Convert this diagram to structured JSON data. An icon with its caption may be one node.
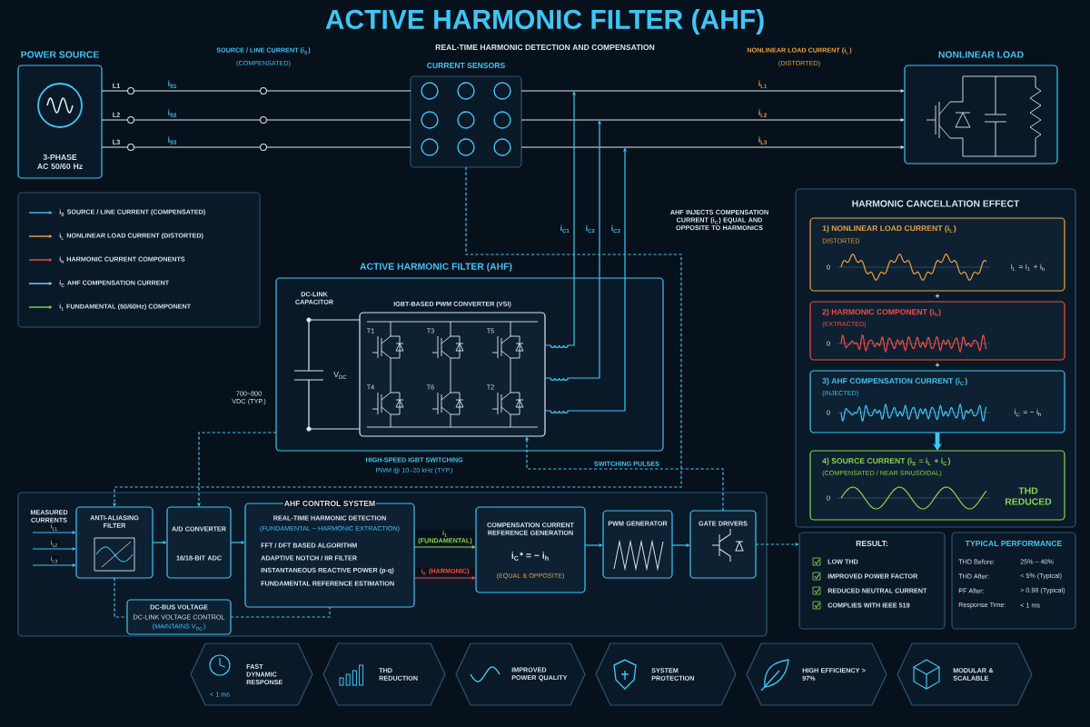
{
  "diagram": {
    "title": "ACTIVE HARMONIC FILTER (AHF)",
    "nodes": [
      {
        "text": [
          "POWER SOURCE",
          "3-PHASE AC 50/60 Hz"
        ]
      },
      {
        "text": [
          "CURRENT SENSORS"
        ]
      },
      {
        "text": [
          "NONLINEAR LOAD"
        ]
      },
      {
        "text": [
          "ACTIVE HARMONIC FILTER (AHF)"
        ]
      },
      {
        "text": [
          "IGBT-BASED PWM CONVERTER (VSI)"
        ],
        "in": 3
      },
      {
        "text": [
          "MEASURED CURRENTS"
        ]
      },
      {
        "text": [
          "ANTI-ALIASING FILTER"
        ],
        "in": 5
      },
      {
        "text": [
          "A/D CONVERTER",
          "16/18-BIT ADC"
        ],
        "in": 5
      },
      {
        "text": [
          "AHF CONTROL SYSTEM",
          "REAL-TIME HARMONIC DETECTION",
          "(FUNDAMENTAL − HARMONIC EXTRACTION)",
          "FFT / DFT BASED ALGORITHM",
          "ADAPTIVE NOTCH / IIR FILTER",
          "INSTANTANEOUS REACTIVE POWER (p-q)",
          "FUNDAMENTAL REFERENCE ESTIMATION"
        ],
        "in": 5
      },
      {
        "text": [
          "COMPENSATION CURRENT REFERENCE GENERATION",
          "i$_{C}$* = − i$_{h}$",
          "(EQUAL & OPPOSITE)"
        ],
        "in": 5
      },
      {
        "text": [
          "PWM GENERATOR"
        ],
        "in": 5
      },
      {
        "text": [
          "GATE DRIVERS"
        ],
        "in": 5
      },
      {
        "text": [
          "DC-BUS VOLTAGE",
          "DC-LINK VOLTAGE CONTROL",
          "(MAINTAINS V$_{DC}$)"
        ],
        "in": 5
      },
      {
        "text": [
          "HARMONIC CANCELLATION EFFECT"
        ]
      },
      {
        "text": [
          "1) NONLINEAR LOAD CURRENT (i$_{L}$)",
          "DISTORTED",
          "0",
          "i$_{L}$ = i$_{1}$ + i$_{h}$"
        ],
        "in": 13
      },
      {
        "text": [
          "2) HARMONIC COMPONENT (i$_{h}$)",
          "(EXTRACTED)",
          "0"
        ],
        "in": 13
      },
      {
        "text": [
          "3) AHF COMPENSATION CURRENT (i$_{C}$)",
          "(INJECTED)",
          "0",
          "i$_{C}$ = − i$_{h}$"
        ],
        "in": 13
      },
      {
        "text": [
          "4) SOURCE CURRENT (i$_{S}$ = i$_{L}$ + i$_{C}$)",
          "(COMPENSATED / NEAR SINUSOIDAL)",
          "0",
          "THD REDUCED"
        ],
        "in": 13
      },
      {
        "text": [
          "RESULT:",
          "LOW THD",
          "IMPROVED POWER FACTOR",
          "REDUCED NEUTRAL CURRENT",
          "COMPLIES WITH IEEE 519"
        ]
      },
      {
        "text": [
          "TYPICAL PERFORMANCE",
          "THD Before:",
          "25% – 40%",
          "THD After:",
          "< 5% (Typical)",
          "PF After:",
          "> 0.98 (Typical)",
          "Response Time:",
          "< 1 ms"
        ]
      },
      {
        "text": [
          "FAST DYNAMIC RESPONSE",
          "< 1 ms"
        ]
      },
      {
        "text": [
          "THD REDUCTION"
        ]
      },
      {
        "text": [
          "IMPROVED POWER QUALITY"
        ]
      },
      {
        "text": [
          "SYSTEM PROTECTION"
        ]
      },
      {
        "text": [
          "HIGH EFFICIENCY > 97%"
        ]
      },
      {
        "text": [
          "MODULAR & SCALABLE"
        ]
      }
    ],
    "edges": [
      {
        "from": 0,
        "to": 1,
        "arrow": "none",
        "label": "i$_{S1}$",
        "color": "#dce7f0"
      },
      {
        "from": 0,
        "to": 1,
        "arrow": "none",
        "label": "i$_{S2}$",
        "color": "#dce7f0"
      },
      {
        "from": 0,
        "to": 1,
        "arrow": "none",
        "label": "i$_{S3}$",
        "color": "#dce7f0"
      },
      {
        "from": 1,
        "to": 2,
        "arrow": "to",
        "label": "i$_{L1}$",
        "color": "#dce7f0"
      },
      {
        "from": 1,
        "to": 2,
        "arrow": "to",
        "label": "i$_{L2}$",
        "color": "#dce7f0"
      },
      {
        "from": 1,
        "to": 2,
        "arrow": "to",
        "label": "i$_{L3}$",
        "color": "#dce7f0"
      },
      {
        "from": 4,
        "to": null,
        "arrow": "to",
        "label": "i$_{C1}$"
      },
      {
        "from": 4,
        "to": null,
        "arrow": "to",
        "label": "i$_{C2}$"
      },
      {
        "from": 4,
        "to": null,
        "arrow": "to",
        "label": "i$_{C3}$"
      },
      {
        "from": 1,
        "to": 6,
        "arrow": "to",
        "style": "dashed"
      },
      {
        "from": null,
        "to": 6,
        "arrow": "to",
        "label": "i$_{L1}$"
      },
      {
        "from": null,
        "to": 6,
        "arrow": "to",
        "label": "i$_{L2}$"
      },
      {
        "from": null,
        "to": 6,
        "arrow": "to",
        "label": "i$_{L3}$"
      },
      {
        "from": 6,
        "to": 7,
        "arrow": "to"
      },
      {
        "from": 7,
        "to": 8,
        "arrow": "to"
      },
      {
        "from": 8,
        "to": 9,
        "arrow": "to",
        "label": "i$_{1}$ (FUNDAMENTAL)",
        "color": "#8bd64a"
      },
      {
        "from": 8,
        "to": 9,
        "arrow": "to",
        "label": "i$_{h}$ (HARMONIC)",
        "color": "#ff4a3d"
      },
      {
        "from": 9,
        "to": 10,
        "arrow": "to"
      },
      {
        "from": 10,
        "to": 11,
        "arrow": "to"
      },
      {
        "from": 11,
        "to": 4,
        "arrow": "to",
        "style": "dashed",
        "label": "SWITCHING PULSES"
      },
      {
        "from": 11,
        "to": 18,
        "arrow": "to",
        "style": "dashed"
      },
      {
        "from": 3,
        "to": 7,
        "arrow": "to",
        "style": "dashed"
      },
      {
        "from": 6,
        "to": 12,
        "arrow": "none",
        "style": "dashed"
      },
      {
        "from": 12,
        "to": 8,
        "arrow": "none",
        "style": "dashed"
      },
      {
        "from": 16,
        "to": 17,
        "arrow": "to",
        "style": "thick"
      }
    ],
    "labels": [
      "REAL-TIME HARMONIC DETECTION AND COMPENSATION",
      "SOURCE / LINE CURRENT (i$_{S}$)",
      "(COMPENSATED)",
      "NONLINEAR LOAD CURRENT (i$_{L}$)",
      "(DISTORTED)",
      "L1",
      "L2",
      "L3",
      "AHF INJECTS COMPENSATION CURRENT (i$_{C}$) EQUAL AND OPPOSITE TO HARMONICS",
      "DC-LINK CAPACITOR",
      "V$_{DC}$",
      "700~800 VDC (TYP.)",
      "T1",
      "T3",
      "T5",
      "T4",
      "T6",
      "T2",
      "HIGH-SPEED IGBT SWITCHING",
      "PWM @ 10–20 kHz (TYP.)",
      "+",
      "+"
    ],
    "legend": [
      {
        "text": "i$_{S}$ SOURCE / LINE CURRENT (COMPENSATED)"
      },
      {
        "text": "i$_{L}$ NONLINEAR LOAD CURRENT (DISTORTED)"
      },
      {
        "text": "i$_{h}$ HARMONIC CURRENT COMPONENTS"
      },
      {
        "text": "i$_{C}$ AHF COMPENSATION CURRENT"
      },
      {
        "text": "i$_{1}$ FUNDAMENTAL (50/60Hz) COMPONENT"
      }
    ]
  }
}
